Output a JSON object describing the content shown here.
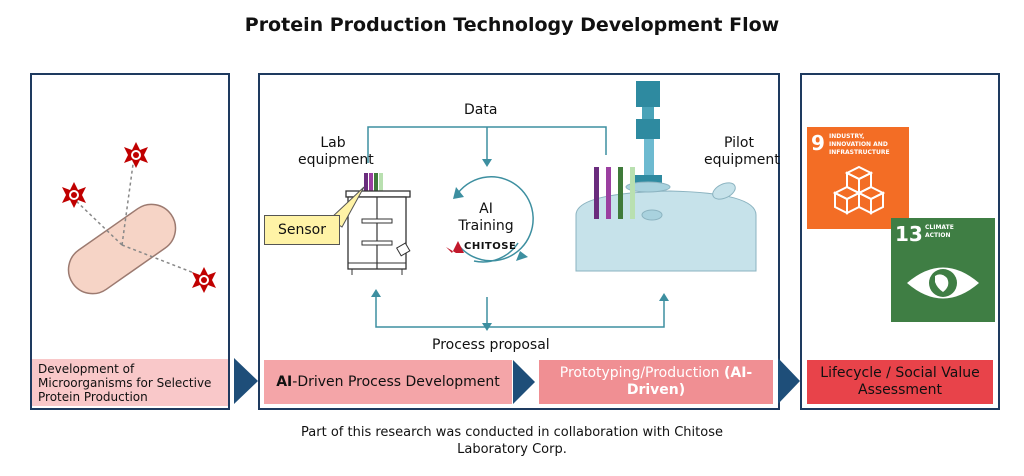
{
  "title": "Protein Production Technology Development Flow",
  "panels": {
    "microorganisms": {
      "label": "Development of Microorganisms for Selective Protein Production"
    },
    "process_dev": {
      "label_bold": "AI",
      "label_rest": "-Driven Process Development",
      "data_label": "Data",
      "lab_equipment": "Lab equipment",
      "sensor": "Sensor",
      "ai_training": "AI Training",
      "chitose_logo": "CHITOSE",
      "pilot_equipment": "Pilot equipment",
      "process_proposal": "Process proposal"
    },
    "production": {
      "label_plain": "Prototyping/Production ",
      "label_bold": "(AI-Driven)"
    },
    "lifecycle": {
      "label": "Lifecycle / Social Value Assessment",
      "sdg9": {
        "number": "9",
        "text": "INDUSTRY, INNOVATION AND INFRASTRUCTURE",
        "color": "#f36d25"
      },
      "sdg13": {
        "number": "13",
        "text": "CLIMATE ACTION",
        "color": "#3f7e44"
      }
    }
  },
  "footnote": "Part of this research was conducted in collaboration with Chitose Laboratory Corp.",
  "colors": {
    "panel_border": "#1e3a5f",
    "arrow": "#1e4e79",
    "label_pink": "#f4a5a8",
    "label_red": "#e8434a",
    "flow_line": "#3d8fa0"
  }
}
